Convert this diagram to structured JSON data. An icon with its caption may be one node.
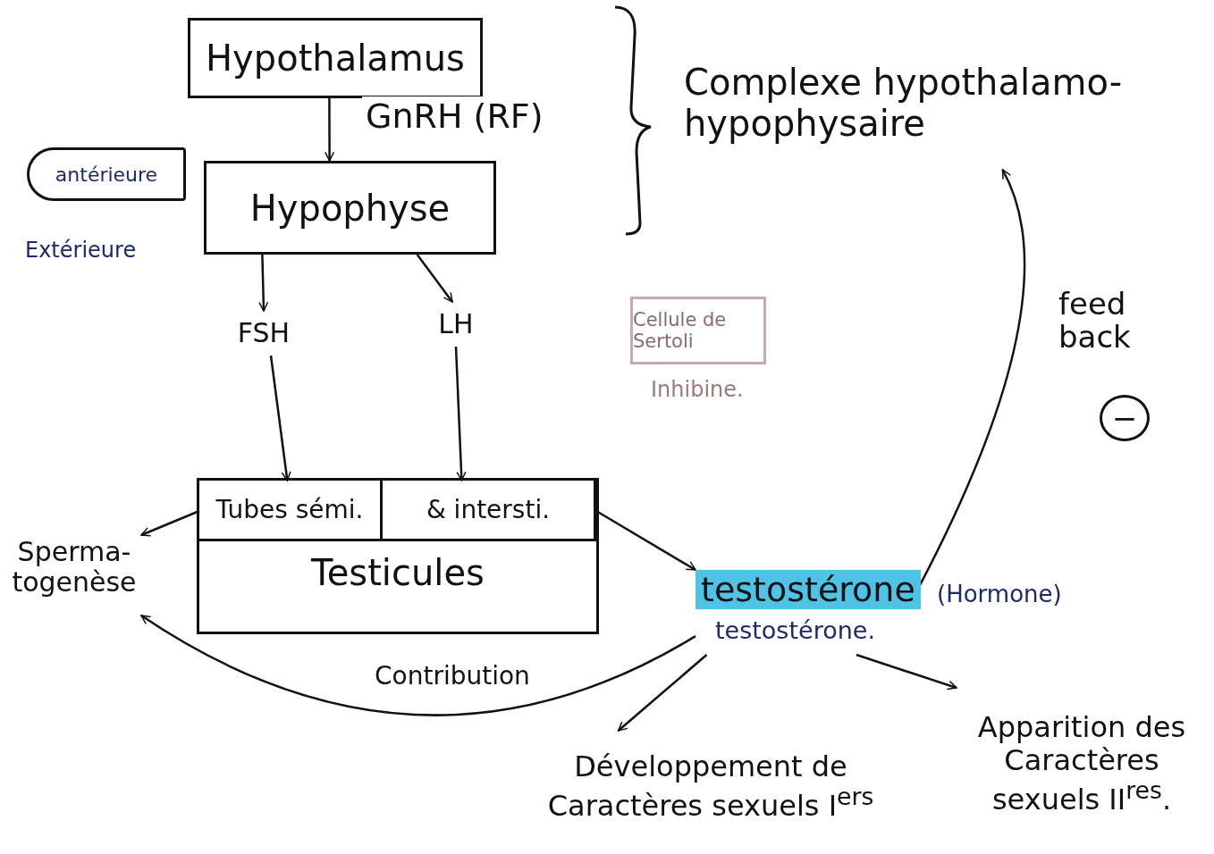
{
  "diagram": {
    "nodes": [
      {
        "text": [
          "Hypothalamus"
        ]
      },
      {
        "text": [
          "Hypophyse"
        ]
      },
      {
        "text": [
          "antérieure"
        ]
      },
      {
        "text": [
          "FSH"
        ]
      },
      {
        "text": [
          "LH"
        ]
      },
      {
        "text": [
          "Testicules"
        ]
      },
      {
        "text": [
          "Tubes sémi."
        ],
        "in": 5
      },
      {
        "text": [
          "& intersti."
        ],
        "in": 5
      },
      {
        "text": [
          "Sperma- togenèse"
        ]
      },
      {
        "text": [
          "testostérone",
          "testostérone."
        ],
        "beside": [
          "(Hormone)"
        ]
      },
      {
        "text": [
          "Complexe hypothalamo-hypophysaire"
        ]
      },
      {
        "text": [
          "Développement de Caractères sexuels I$^{ers}$"
        ]
      },
      {
        "text": [
          "Apparition des Caractères sexuels II$^{res}$."
        ]
      },
      {
        "text": [
          "Cellule de Sertoli"
        ],
        "beside": [
          "Inhibine."
        ]
      }
    ],
    "edges": [
      {
        "from": 0,
        "to": 1,
        "arrow": "to",
        "label": "GnRH (RF)"
      },
      {
        "from": 1,
        "to": 3,
        "arrow": "to"
      },
      {
        "from": 1,
        "to": 4,
        "arrow": "to"
      },
      {
        "from": 3,
        "to": 6,
        "arrow": "to"
      },
      {
        "from": 4,
        "to": 7,
        "arrow": "to"
      },
      {
        "from": 6,
        "to": 8,
        "arrow": "to"
      },
      {
        "from": 7,
        "to": 9,
        "arrow": "to"
      },
      {
        "from": 9,
        "to": 8,
        "arrow": "to",
        "label": "Contribution"
      },
      {
        "from": 9,
        "to": 11,
        "arrow": "to"
      },
      {
        "from": 9,
        "to": 12,
        "arrow": "to"
      },
      {
        "from": 9,
        "to": 10,
        "arrow": "to",
        "label": "feed back"
      }
    ],
    "labels": [
      "Extérieure",
      "−"
    ]
  }
}
